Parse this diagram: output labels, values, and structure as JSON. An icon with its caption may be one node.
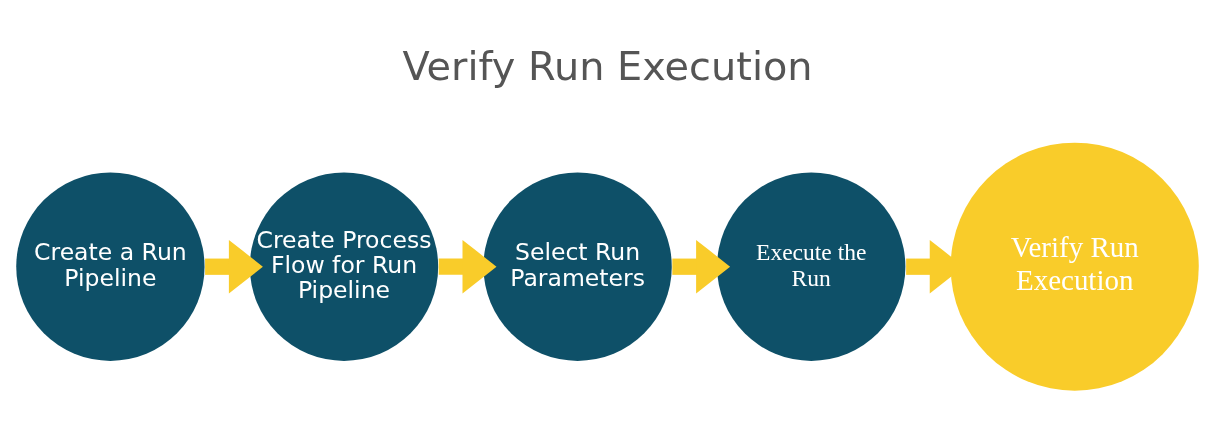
{
  "diagram": {
    "title": "Verify Run Execution",
    "nodes": [
      {
        "text": [
          "Create a Run Pipeline"
        ]
      },
      {
        "text": [
          "Create Process Flow for Run Pipeline"
        ]
      },
      {
        "text": [
          "Select Run Parameters"
        ]
      },
      {
        "text": [
          "Execute the Run"
        ]
      },
      {
        "text": [
          "Verify Run Execution"
        ]
      }
    ],
    "edges": [
      {
        "from": 0,
        "to": 1,
        "arrow": "to"
      },
      {
        "from": 1,
        "to": 2,
        "arrow": "to"
      },
      {
        "from": 2,
        "to": 3,
        "arrow": "to"
      },
      {
        "from": 3,
        "to": 4,
        "arrow": "to"
      }
    ]
  }
}
